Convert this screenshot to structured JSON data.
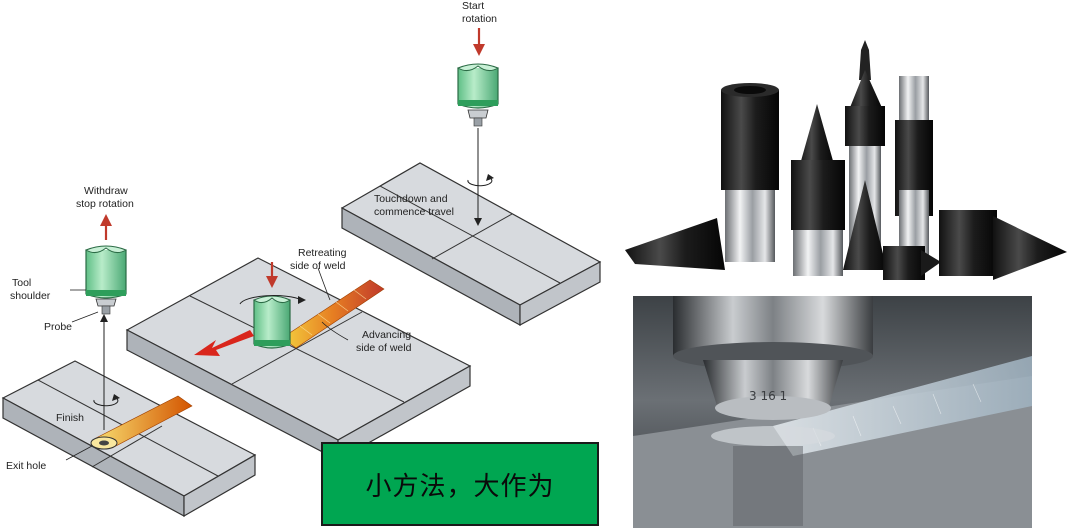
{
  "diagram": {
    "labels": {
      "start_rotation_1": "Start",
      "start_rotation_2": "rotation",
      "touchdown_1": "Touchdown and",
      "touchdown_2": "commence travel",
      "retreating_1": "Retreating",
      "retreating_2": "side of weld",
      "advancing_1": "Advancing",
      "advancing_2": "side of weld",
      "withdraw_1": "Withdraw",
      "withdraw_2": "stop rotation",
      "tool_shoulder_1": "Tool",
      "tool_shoulder_2": "shoulder",
      "probe": "Probe",
      "finish": "Finish",
      "exit_hole": "Exit hole"
    }
  },
  "caption": {
    "text": "小方法，大作为"
  },
  "colors": {
    "tool_green": "#8fd4a8",
    "tool_band": "#2e9e5b",
    "plate_gray": "#d7dade",
    "arrow_red": "#c0392b",
    "caption_bg": "#00a651"
  }
}
